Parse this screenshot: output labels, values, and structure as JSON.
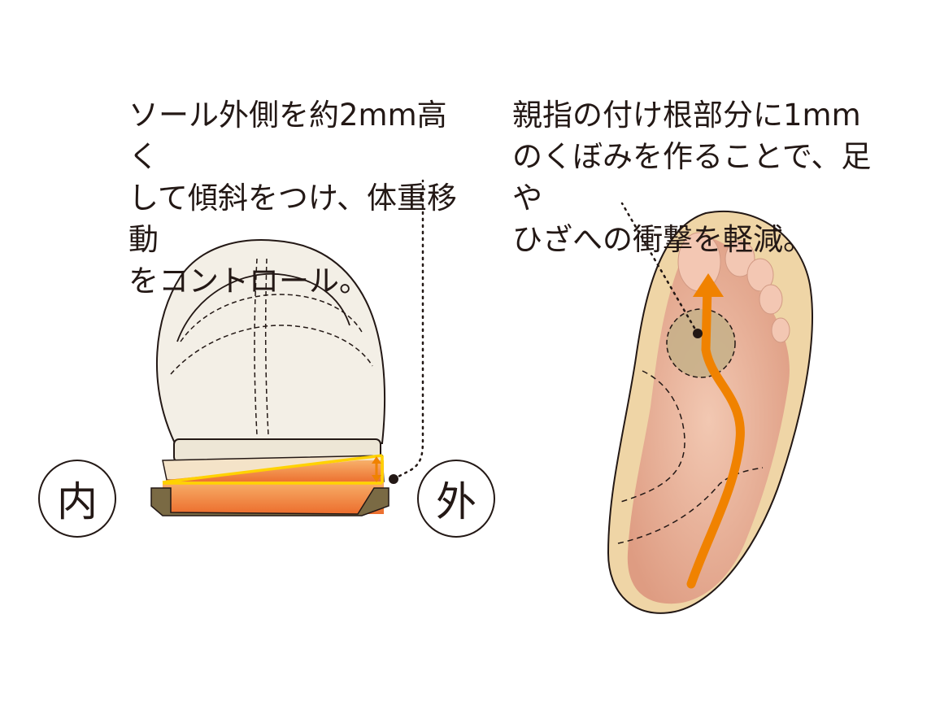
{
  "captions": {
    "left": "ソール外側を約2mm高く\nして傾斜をつけ、体重移動\nをコントロール。",
    "right": "親指の付け根部分に1mm\nのくぼみを作ることで、足や\nひざへの衝撃を軽減。"
  },
  "labels": {
    "inner": "内",
    "outer": "外"
  },
  "colors": {
    "shoe_upper": "#f3efe6",
    "sole_orange": "#f08a3c",
    "sole_brown": "#7a6a44",
    "highlight_yellow": "#ffd200",
    "arrow_orange": "#f08200",
    "insole_beige": "#efd5a6",
    "skin": "#eab49c",
    "outline": "#231815"
  }
}
